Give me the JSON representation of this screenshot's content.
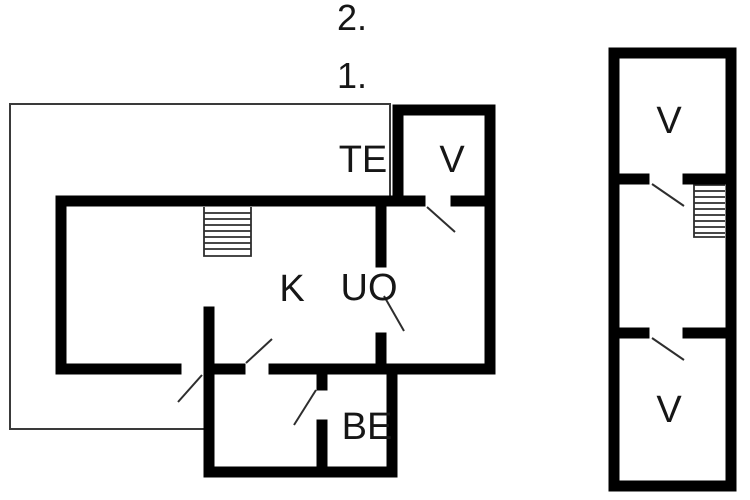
{
  "image": {
    "type": "floor-plan-drawing",
    "background_color": "#ffffff",
    "wall_color": "#000000",
    "line_color": "#2e2e2e",
    "text_color": "#161616"
  },
  "floor_markers": {
    "floor_2": "2.",
    "floor_1": "1."
  },
  "first_floor_plan": {
    "room_labels": {
      "te": "TE",
      "v": "V",
      "k": "K",
      "uo": "UO",
      "be": "BE"
    }
  },
  "second_floor_plan": {
    "room_labels": {
      "v_upper": "V",
      "v_lower": "V"
    }
  }
}
